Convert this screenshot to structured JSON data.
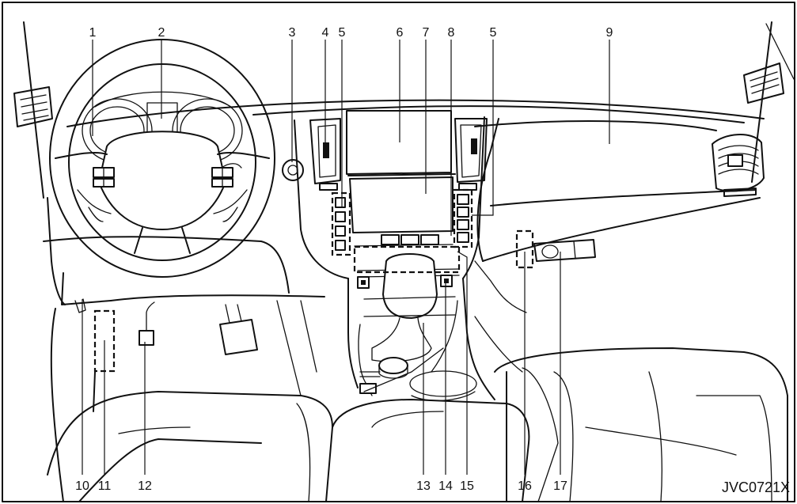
{
  "callouts": [
    "1",
    "2",
    "3",
    "4",
    "5",
    "6",
    "7",
    "8",
    "5",
    "9",
    "10",
    "11",
    "12",
    "13",
    "14",
    "15",
    "16",
    "17"
  ],
  "figure_code": "JVC0721X"
}
